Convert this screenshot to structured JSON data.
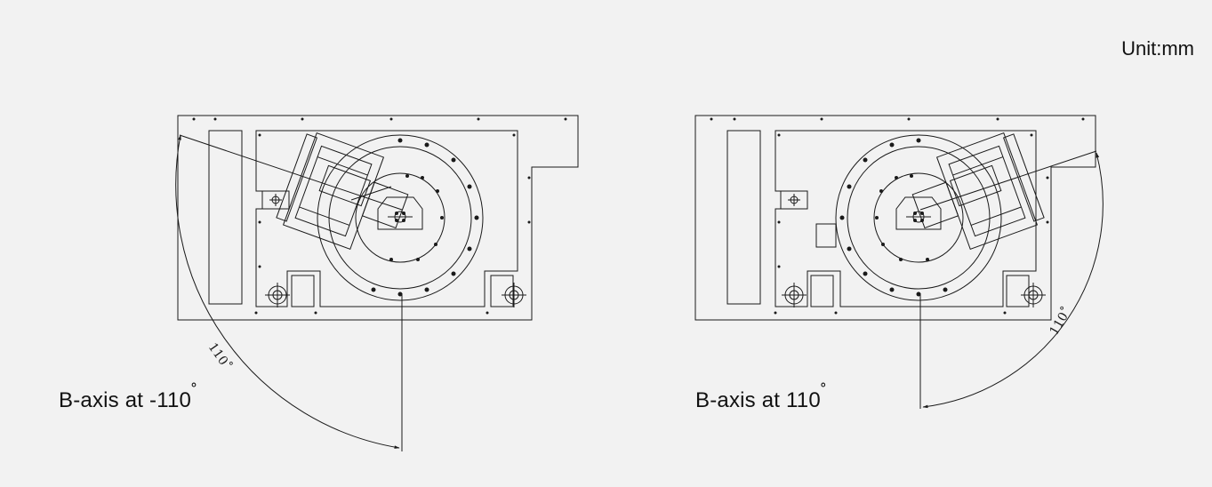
{
  "unit_label": "Unit:mm",
  "views": [
    {
      "caption": "B-axis at -110",
      "caption_degree": "˚",
      "angle_label": "110˚"
    },
    {
      "caption": "B-axis at 110",
      "caption_degree": "˚",
      "angle_label": "110˚"
    }
  ],
  "colors": {
    "background": "#f2f2f2",
    "line": "#1a1a1a"
  }
}
